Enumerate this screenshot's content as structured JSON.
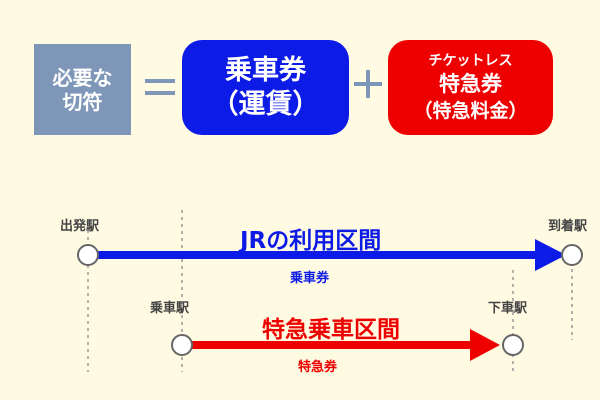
{
  "formula": {
    "required": {
      "line1": "必要な",
      "line2": "切符"
    },
    "equals": "=",
    "ticket": {
      "line1": "乗車券",
      "line2": "（運賃）"
    },
    "plus": "+",
    "express": {
      "line1": "チケットレス",
      "line2": "特急券",
      "line3": "（特急料金）"
    }
  },
  "route": {
    "departure_station": "出発駅",
    "arrival_station": "到着駅",
    "boarding_station": "乗車駅",
    "alighting_station": "下車駅",
    "jr_section": "JRの利用区間",
    "jr_ticket": "乗車券",
    "express_section": "特急乗車区間",
    "express_ticket": "特急券"
  },
  "colors": {
    "blue": "#0D1BE6",
    "red": "#EE0000",
    "gray_box": "#7E97B8",
    "background": "#FFFBE3"
  }
}
